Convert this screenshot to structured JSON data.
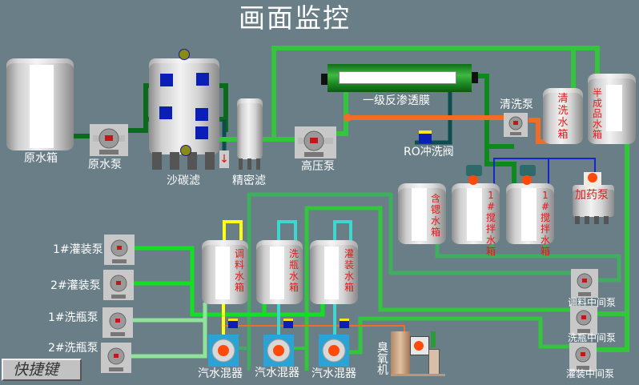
{
  "title": "画面监控",
  "colors": {
    "background": "#697e86",
    "pipe_dark_green": "#0c6b1a",
    "pipe_green": "#33c63c",
    "pipe_bright_green": "#12e022",
    "pipe_light_green": "#8fe39a",
    "pipe_mid_green": "#3fae5e",
    "pipe_orange": "#f26c24",
    "pipe_yellow": "#ffff12",
    "pipe_cyan": "#3ed6cf",
    "pipe_blue": "#1626c8",
    "pipe_teal": "#0d4d4d",
    "tank_label_red": "#e21818"
  },
  "pretreatment": {
    "raw_water_tank": "原水箱",
    "raw_water_pump": "原水泵",
    "sand_carbon_filter": "沙碳滤",
    "precision_filter": "精密滤",
    "high_pressure_pump": "高压泵"
  },
  "ro": {
    "membrane": "一级反渗透膜",
    "flush_valve": "RO冲洗阀",
    "cleaning_pump": "清洗泵"
  },
  "tanks": {
    "cleaning_tank": "清洗水箱",
    "semi_product_tank": "半成品水箱",
    "germanium_tank": "含锶水箱",
    "mixing_tank_1": "1#搅拌水箱",
    "mixing_tank_2": "1#搅拌水箱",
    "dosing_pump": "加药泵",
    "blending_tank": "调料水箱",
    "bottle_wash_tank": "洗瓶水箱",
    "filling_tank": "灌装水箱"
  },
  "pumps_left": [
    {
      "label": "1#灌装泵"
    },
    {
      "label": "2#灌装泵"
    },
    {
      "label": "1#洗瓶泵"
    },
    {
      "label": "2#洗瓶泵"
    }
  ],
  "mixers": [
    {
      "label": "汽水混器"
    },
    {
      "label": "汽水混器"
    },
    {
      "label": "汽水混器"
    }
  ],
  "ozone_generator": "臭氧机",
  "intermediate_pumps": [
    {
      "label": "调料中间泵"
    },
    {
      "label": "洗瓶中间泵"
    },
    {
      "label": "灌装中间泵"
    }
  ],
  "shortcut_button": "快捷键"
}
